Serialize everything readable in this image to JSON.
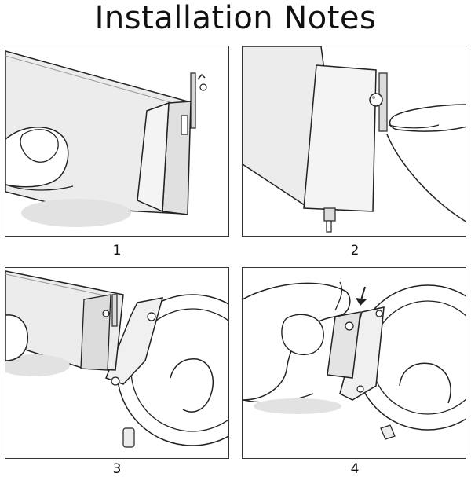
{
  "title": "Installation Notes",
  "steps": [
    {
      "number": "1"
    },
    {
      "number": "2"
    },
    {
      "number": "3"
    },
    {
      "number": "4"
    }
  ],
  "colors": {
    "stroke": "#222222",
    "strap_fill": "#ececec",
    "bar_fill": "#dcdcdc",
    "finger_fill": "#ffffff",
    "shadow": "#e2e2e2"
  }
}
